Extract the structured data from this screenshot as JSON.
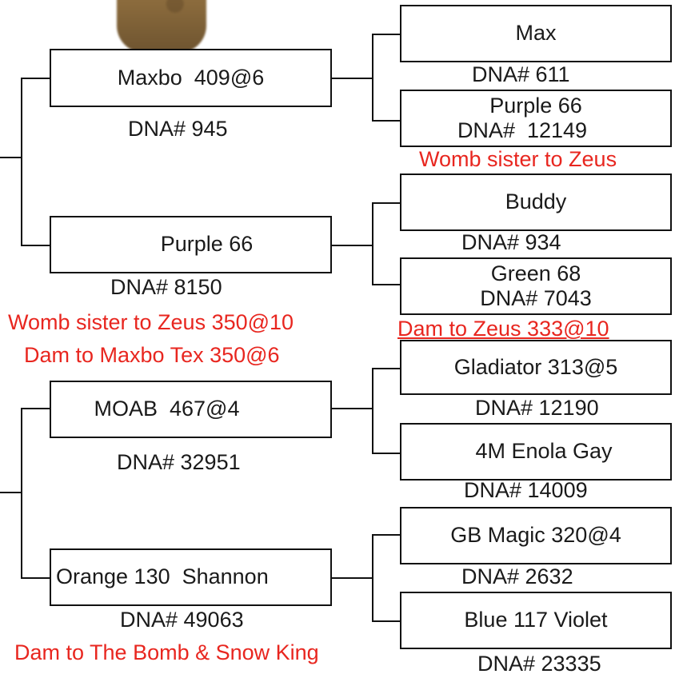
{
  "sire_side": {
    "sire": {
      "name": "Maxbo  409@6",
      "dna": "DNA# 945"
    },
    "dam": {
      "name": "Purple 66",
      "dna": "DNA# 8150",
      "note1": "Womb sister to Zeus 350@10",
      "note2": "Dam to Maxbo Tex 350@6"
    },
    "sire_sire": {
      "name": "Max",
      "dna": "DNA# 611"
    },
    "sire_dam": {
      "name": "Purple 66",
      "dna": "DNA#  12149",
      "note": "Womb sister to Zeus"
    },
    "dam_sire": {
      "name": "Buddy",
      "dna": "DNA# 934"
    },
    "dam_dam": {
      "name": "Green 68",
      "dna": "DNA# 7043",
      "note": "Dam to Zeus 333@10"
    }
  },
  "dam_side": {
    "sire": {
      "name": "MOAB  467@4",
      "dna": "DNA# 32951"
    },
    "dam": {
      "name": "Orange 130  Shannon",
      "dna": "DNA# 49063",
      "note": "Dam to The Bomb & Snow King"
    },
    "sire_sire": {
      "name": "Gladiator 313@5",
      "dna": "DNA# 12190"
    },
    "sire_dam": {
      "name": "4M Enola Gay",
      "dna": "DNA# 14009"
    },
    "dam_sire": {
      "name": "GB Magic 320@4",
      "dna": "DNA# 2632"
    },
    "dam_dam": {
      "name": "Blue 117 Violet",
      "dna": "DNA# 23335"
    }
  },
  "colors": {
    "note_red": "#e8261f",
    "line": "#111111"
  },
  "photo": {
    "icon": "animal-photo"
  }
}
